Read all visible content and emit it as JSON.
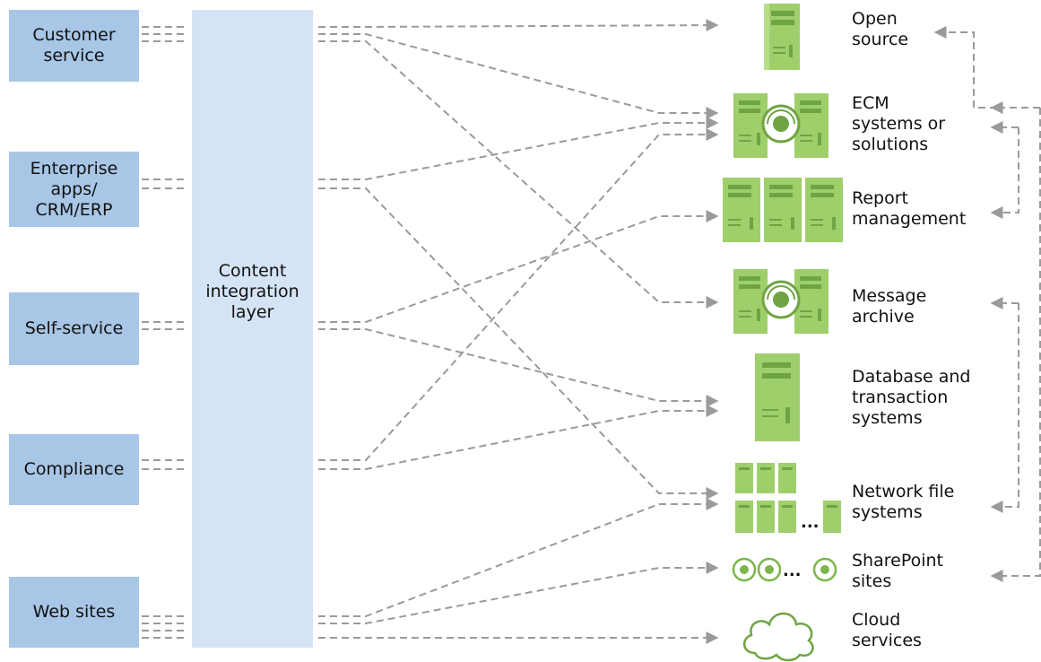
{
  "sources": [
    {
      "id": "customer_service",
      "label": "Customer\nservice"
    },
    {
      "id": "enterprise_apps",
      "label": "Enterprise\napps/\nCRM/ERP"
    },
    {
      "id": "self_service",
      "label": "Self-service"
    },
    {
      "id": "compliance",
      "label": "Compliance"
    },
    {
      "id": "web_sites",
      "label": "Web sites"
    }
  ],
  "integration_layer": {
    "label": "Content\nintegration\nlayer"
  },
  "targets": [
    {
      "id": "open_source",
      "label": "Open\nsource",
      "icon": "server-icon"
    },
    {
      "id": "ecm",
      "label": "ECM\nsystems or\nsolutions",
      "icon": "sync-servers-icon"
    },
    {
      "id": "report_management",
      "label": "Report\nmanagement",
      "icon": "server-cluster-icon"
    },
    {
      "id": "message_archive",
      "label": "Message\narchive",
      "icon": "sync-servers-icon"
    },
    {
      "id": "database",
      "label": "Database and\ntransaction\nsystems",
      "icon": "large-server-icon"
    },
    {
      "id": "network_file_systems",
      "label": "Network file\nsystems",
      "icon": "server-grid-icon"
    },
    {
      "id": "sharepoint",
      "label": "SharePoint\nsites",
      "icon": "sync-circles-icon"
    },
    {
      "id": "cloud",
      "label": "Cloud\nservices",
      "icon": "cloud-icon"
    }
  ],
  "ellipsis": "...",
  "colors": {
    "source_fill": "#a8c6e6",
    "layer_fill": "#d4e3f5",
    "server_light": "#9fcf6b",
    "server_dark": "#6fa443",
    "connector": "#9a9a9a"
  }
}
